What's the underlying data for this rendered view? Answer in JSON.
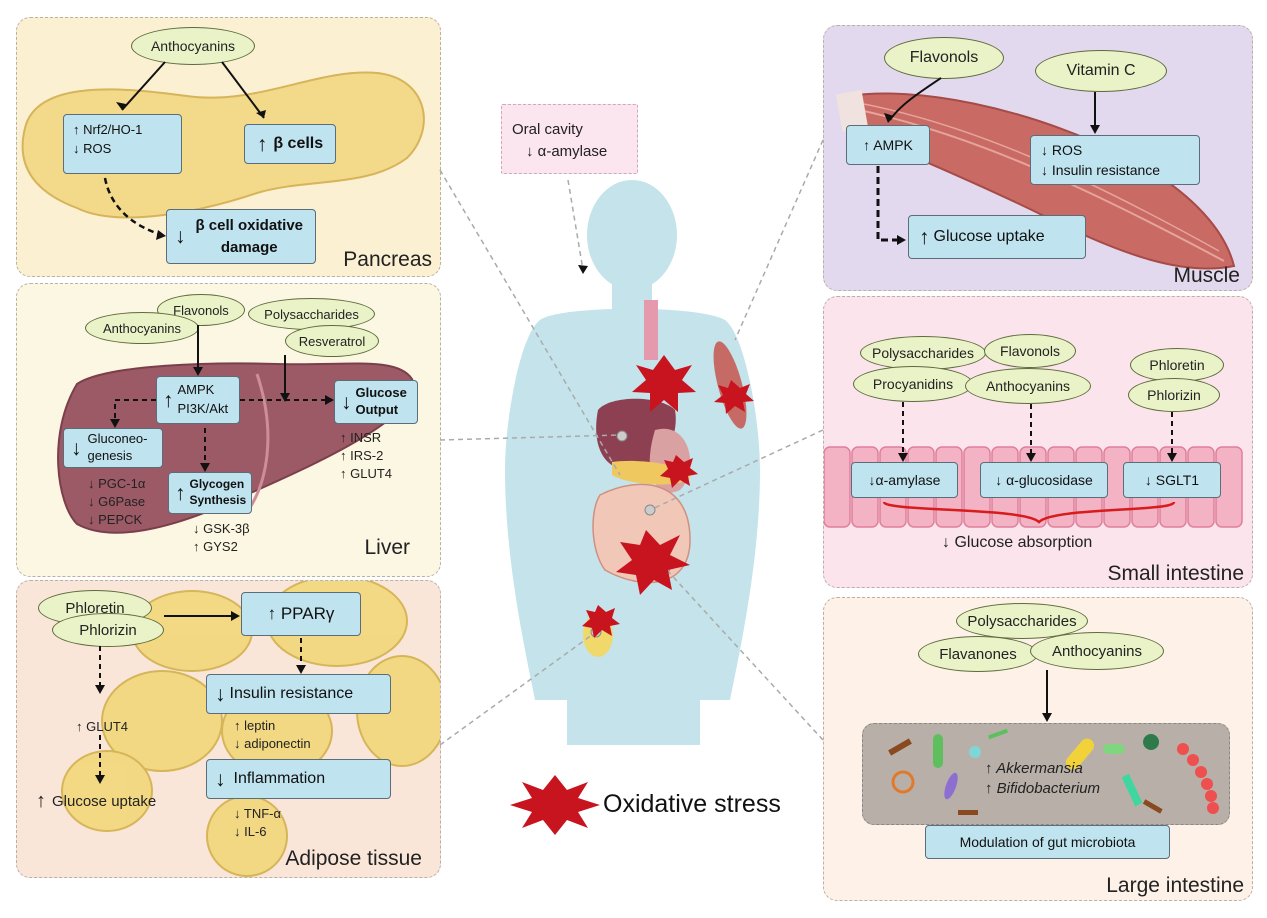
{
  "panels": {
    "pancreas": {
      "title": "Pancreas",
      "source": "Anthocyanins",
      "box1_lines": [
        "↑ Nrf2/HO-1",
        "↓ ROS"
      ],
      "box2_arrow": "↑",
      "box2_text": "β cells",
      "box3_arrow": "↓",
      "box3_text": "β cell oxidative damage"
    },
    "liver": {
      "title": "Liver",
      "sources": [
        "Flavonols",
        "Anthocyanins",
        "Polysaccharides",
        "Resveratrol"
      ],
      "center_arrow": "↑",
      "center_lines": [
        "AMPK",
        "PI3K/Akt"
      ],
      "output_arrow": "↓",
      "output_text": "Glucose Output",
      "output_notes": [
        "↑ INSR",
        "↑ IRS-2",
        "↑ GLUT4"
      ],
      "gluco_arrow": "↓",
      "gluco_text": "Gluconeo-genesis",
      "gluco_notes": [
        "↓ PGC-1α",
        "↓ G6Pase",
        "↓ PEPCK"
      ],
      "glycogen_arrow": "↑",
      "glycogen_text": "Glycogen Synthesis",
      "glycogen_notes": [
        "↓ GSK-3β",
        "↑ GYS2"
      ]
    },
    "adipose": {
      "title": "Adipose tissue",
      "sources": [
        "Phloretin",
        "Phlorizin"
      ],
      "ppar": "↑ PPARγ",
      "insulin_arrow": "↓",
      "insulin_text": "Insulin resistance",
      "insulin_notes": [
        "↑ leptin",
        "↓ adiponectin"
      ],
      "inflam_arrow": "↓",
      "inflam_text": "Inflammation",
      "inflam_notes": [
        "↓ TNF-α",
        "↓ IL-6"
      ],
      "glut4": "↑ GLUT4",
      "uptake_arrow": "↑",
      "uptake_text": "Glucose uptake"
    },
    "muscle": {
      "title": "Muscle",
      "sources": [
        "Flavonols",
        "Vitamin C"
      ],
      "ampk": "↑ AMPK",
      "ros_lines": [
        "↓ ROS",
        "↓ Insulin resistance"
      ],
      "uptake_arrow": "↑",
      "uptake_text": "Glucose uptake"
    },
    "small_intestine": {
      "title": "Small intestine",
      "sources": [
        "Polysaccharides",
        "Flavonols",
        "Procyanidins",
        "Anthocyanins",
        "Phloretin",
        "Phlorizin"
      ],
      "enzymes": [
        "↓α-amylase",
        "↓ α-glucosidase",
        "↓ SGLT1"
      ],
      "result": "↓  Glucose absorption"
    },
    "large_intestine": {
      "title": "Large intestine",
      "sources": [
        "Polysaccharides",
        "Flavanones",
        "Anthocyanins"
      ],
      "bacteria": [
        "↑ Akkermansia",
        "↑ Bifidobacterium"
      ],
      "result": "Modulation of gut microbiota"
    }
  },
  "oral": {
    "title": "Oral cavity",
    "text": "↓ α-amylase"
  },
  "legend": {
    "label": "Oxidative stress"
  },
  "colors": {
    "oval_fill": "#eaf2c8",
    "box_fill": "#bfe3ef",
    "stress_red": "#c8141e",
    "body": "#c4e3ea"
  }
}
